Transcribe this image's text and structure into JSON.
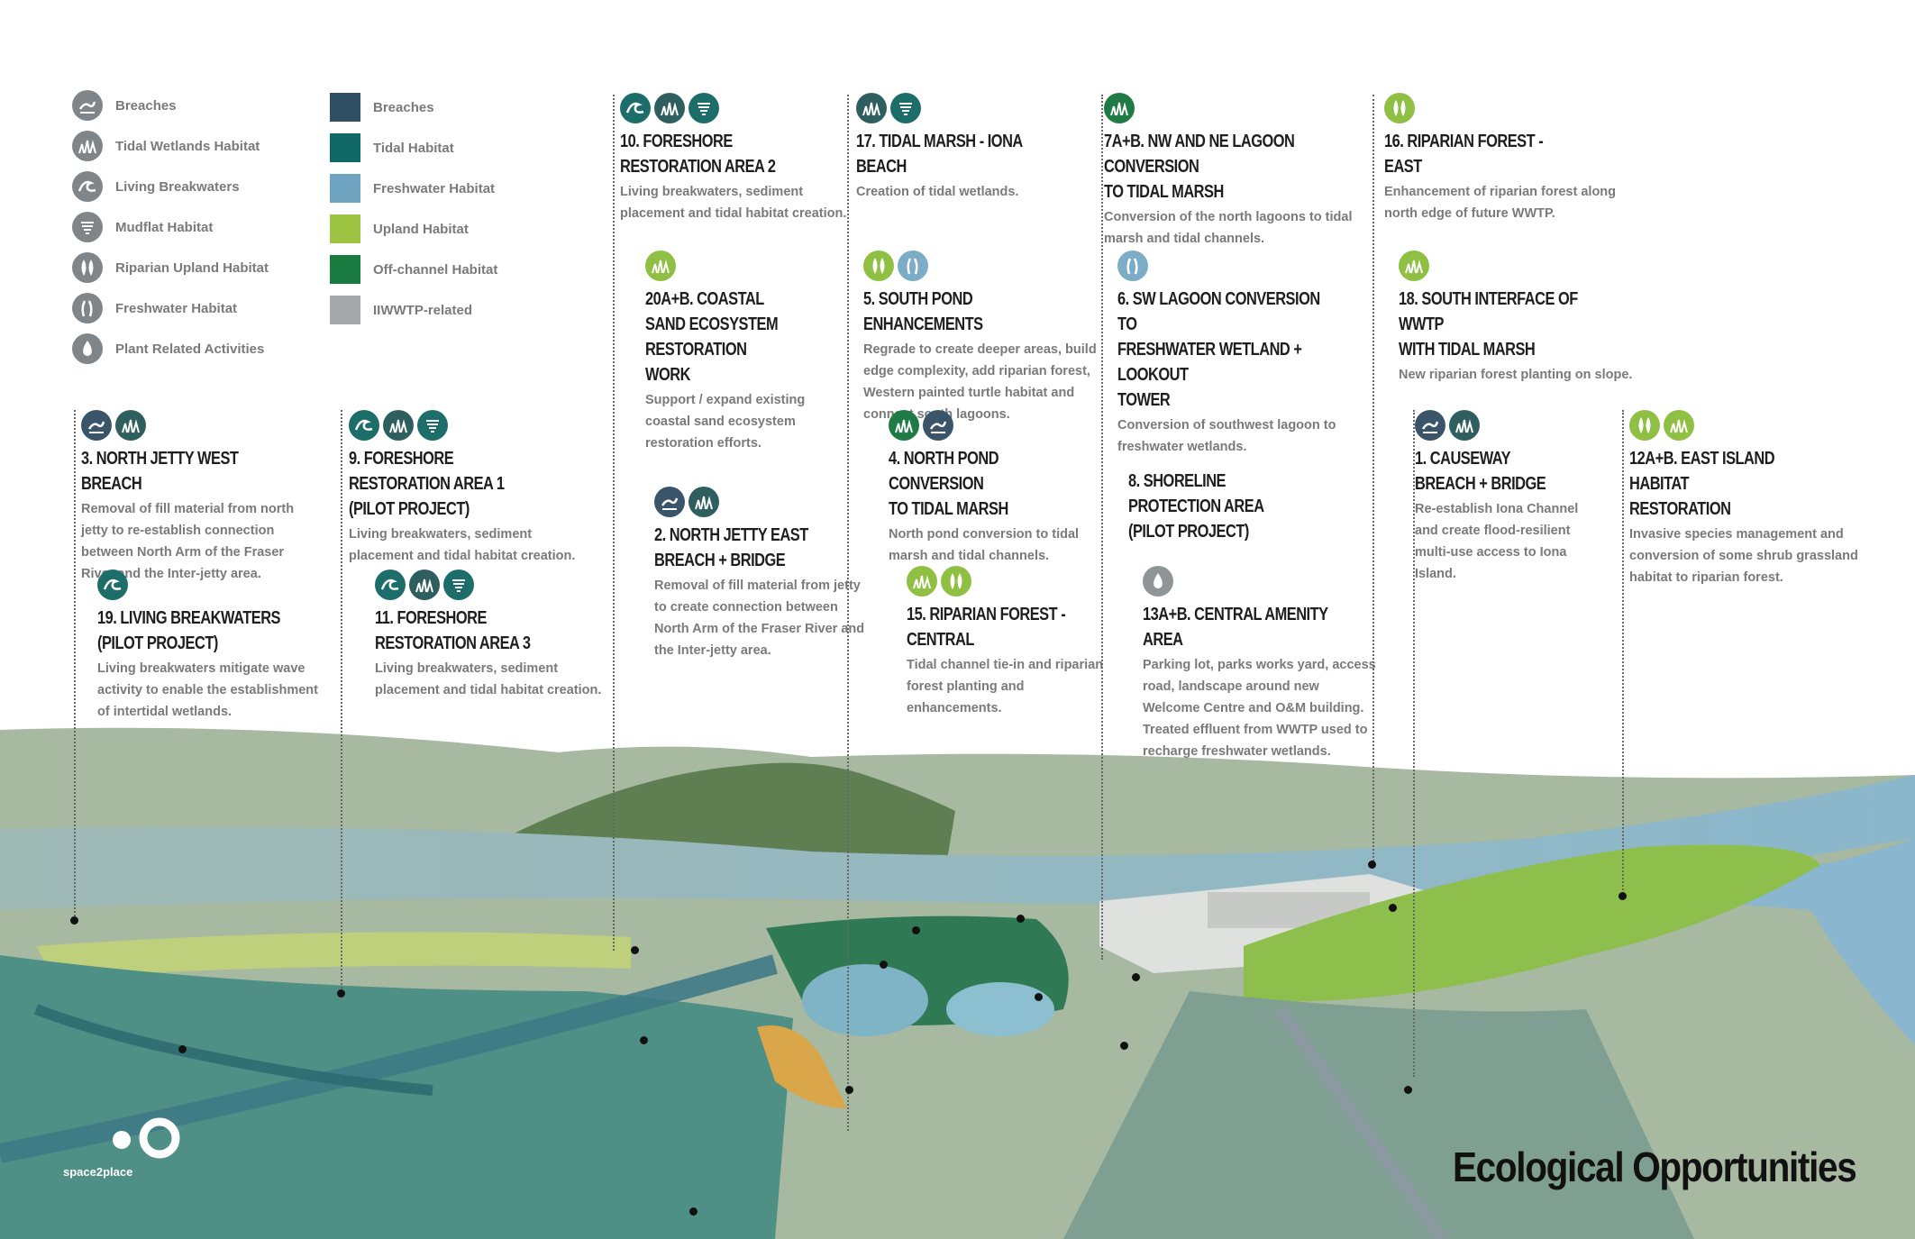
{
  "title": "Ecological Opportunities",
  "brand": "space2place",
  "colors": {
    "breaches": "#2f5064",
    "tidal": "#0f6766",
    "freshwater": "#6fa4c0",
    "upland": "#9dc442",
    "offchannel": "#187a3e",
    "iiwwtp": "#a6a8a9"
  },
  "legend_icons": [
    {
      "label": "Breaches",
      "icon": "breach-icon"
    },
    {
      "label": "Tidal Wetlands Habitat",
      "icon": "tidal-wetland-icon"
    },
    {
      "label": "Living Breakwaters",
      "icon": "wave-icon"
    },
    {
      "label": "Mudflat Habitat",
      "icon": "mudflat-icon"
    },
    {
      "label": "Riparian Upland Habitat",
      "icon": "riparian-icon"
    },
    {
      "label": "Freshwater Habitat",
      "icon": "freshwater-icon"
    },
    {
      "label": "Plant Related Activities",
      "icon": "drop-icon"
    }
  ],
  "legend_swatches": [
    {
      "label": "Breaches"
    },
    {
      "label": "Tidal Habitat"
    },
    {
      "label": "Freshwater Habitat"
    },
    {
      "label": "Upland Habitat"
    },
    {
      "label": "Off-channel Habitat"
    },
    {
      "label": "IIWWTP-related"
    }
  ],
  "callouts": [
    {
      "id": "c10",
      "title": "10. Foreshore Restoration Area 2",
      "desc": "Living breakwaters, sediment placement and tidal habitat creation.",
      "icons": [
        "wave-icon",
        "tidal-wetland-icon",
        "mudflat-icon"
      ]
    },
    {
      "id": "c17",
      "title": "17. Tidal Marsh - Iona Beach",
      "desc": "Creation of tidal wetlands.",
      "icons": [
        "tidal-wetland-icon",
        "mudflat-icon"
      ]
    },
    {
      "id": "c7",
      "title": "7A+B. NW and NE Lagoon Conversion\n   to Tidal Marsh",
      "desc": "Conversion of the north lagoons to tidal marsh and tidal channels.",
      "icons": [
        "tidal-wetland-icon"
      ]
    },
    {
      "id": "c16",
      "title": "16. Riparian Forest - East",
      "desc": "Enhancement of riparian forest along north edge of future WWTP.",
      "icons": [
        "riparian-icon"
      ]
    },
    {
      "id": "c20",
      "title": "20A+B. Coastal\nSand Ecosystem\nRestoration Work",
      "desc": "Support / expand existing coastal sand ecosystem restoration efforts.",
      "icons": [
        "tidal-wetland-icon"
      ]
    },
    {
      "id": "c5",
      "title": "5. South Pond Enhancements",
      "desc": "Regrade to create deeper areas, build edge complexity, add riparian forest, Western painted turtle habitat and connect south lagoons.",
      "icons": [
        "riparian-icon",
        "freshwater-icon"
      ]
    },
    {
      "id": "c6",
      "title": "6. SW Lagoon Conversion to\n   Freshwater Wetland + Lookout\n   Tower",
      "desc": "Conversion of southwest lagoon to freshwater wetlands.",
      "icons": [
        "freshwater-icon"
      ]
    },
    {
      "id": "c18",
      "title": "18. South Interface of WWTP\n    with Tidal Marsh",
      "desc": "New riparian forest planting on slope.",
      "icons": [
        "tidal-wetland-icon"
      ]
    },
    {
      "id": "c3",
      "title": "3. North Jetty West Breach",
      "desc": "Removal of fill material from north jetty to re-establish connection between North Arm of the Fraser River and the Inter-jetty area.",
      "icons": [
        "breach-icon",
        "tidal-wetland-icon"
      ]
    },
    {
      "id": "c9",
      "title": "9. Foreshore Restoration Area 1\n   (Pilot Project)",
      "desc": "Living breakwaters, sediment placement and tidal habitat creation.",
      "icons": [
        "wave-icon",
        "tidal-wetland-icon",
        "mudflat-icon"
      ]
    },
    {
      "id": "c4",
      "title": "4. North Pond Conversion\n   to Tidal Marsh",
      "desc": "North pond conversion to tidal marsh and tidal channels.",
      "icons": [
        "tidal-wetland-icon",
        "breach-icon"
      ]
    },
    {
      "id": "c1",
      "title": "1. Causeway Breach + Bridge",
      "desc": "Re-establish Iona Channel and create flood-resilient multi-use access to Iona Island.",
      "icons": [
        "breach-icon",
        "tidal-wetland-icon"
      ]
    },
    {
      "id": "c12",
      "title": "12A+B. East Island Habitat\nRestoration",
      "desc": "Invasive species management and conversion of some shrub grassland habitat to riparian forest.",
      "icons": [
        "riparian-icon",
        "tidal-wetland-icon"
      ]
    },
    {
      "id": "c8",
      "title": "8. Shoreline Protection Area\n   (Pilot Project)",
      "desc": "",
      "icons": []
    },
    {
      "id": "c2",
      "title": "2. North Jetty East\n   Breach + Bridge",
      "desc": "Removal of fill material from jetty to create connection between North Arm of the Fraser River and the Inter-jetty area.",
      "icons": [
        "breach-icon",
        "tidal-wetland-icon"
      ]
    },
    {
      "id": "c19",
      "title": "19. Living Breakwaters\n    (Pilot Project)",
      "desc": "Living breakwaters mitigate wave activity to enable the establishment of intertidal wetlands.",
      "icons": [
        "wave-icon"
      ]
    },
    {
      "id": "c11",
      "title": "11. Foreshore Restoration Area 3",
      "desc": "Living breakwaters, sediment placement and tidal habitat creation.",
      "icons": [
        "wave-icon",
        "tidal-wetland-icon",
        "mudflat-icon"
      ]
    },
    {
      "id": "c15",
      "title": "15. Riparian Forest - Central",
      "desc": "Tidal channel tie-in and riparian forest planting and enhancements.",
      "icons": [
        "tidal-wetland-icon",
        "riparian-icon"
      ]
    },
    {
      "id": "c13",
      "title": "13A+B. Central Amenity Area",
      "desc": "Parking lot, parks works yard, access road, landscape around new Welcome Centre and O&M building. Treated effluent from WWTP used to recharge freshwater wetlands.",
      "icons": [
        "drop-icon"
      ]
    }
  ]
}
